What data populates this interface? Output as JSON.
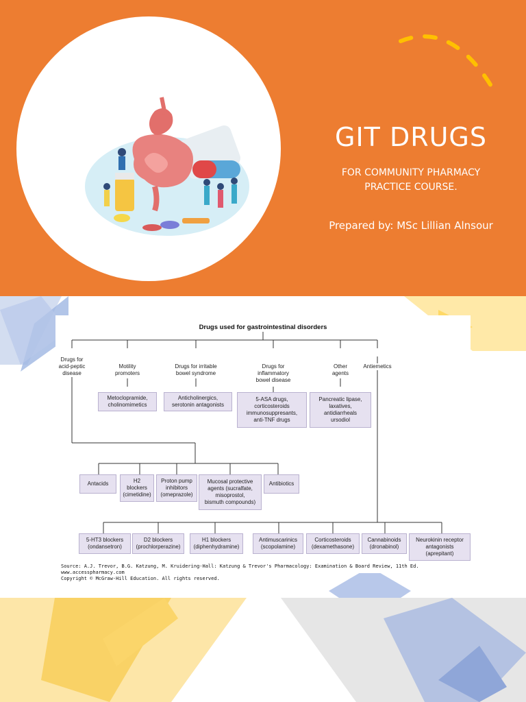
{
  "slide1": {
    "title": "GIT DRUGS",
    "subtitle_line1": "FOR COMMUNITY PHARMACY",
    "subtitle_line2": "PRACTICE COURSE.",
    "prepared_by": "Prepared by: MSc Lillian Alnsour",
    "background_color": "#ed7d31",
    "accent_dash_color": "#ffc000"
  },
  "diagram": {
    "title": "Drugs used for gastrointestinal disorders",
    "categories": {
      "acid_peptic": "Drugs for\nacid-peptic\ndisease",
      "motility": "Motility\npromoters",
      "ibs": "Drugs for irritable\nbowel syndrome",
      "ibd": "Drugs for\ninflammatory\nbowel disease",
      "other": "Other\nagents",
      "antiemetics": "Antiemetics"
    },
    "category_boxes": {
      "motility": "Metoclopramide,\ncholinomimetics",
      "ibs": "Anticholinergics,\nserotonin antagonists",
      "ibd": "5-ASA drugs,\ncorticosteroids\nimmunosuppresants,\nanti-TNF drugs",
      "other": "Pancreatic lipase,\nlaxatives,\nantidiarrheals\nursodiol"
    },
    "acid_peptic_items": [
      "Antacids",
      "H2\nblockers\n(cimetidine)",
      "Proton pump\ninhibitors\n(omeprazole)",
      "Mucosal protective\nagents (sucralfate,\nmisoprostol,\nbismuth compounds)",
      "Antibiotics"
    ],
    "antiemetic_items": [
      "5-HT3 blockers\n(ondansetron)",
      "D2 blockers\n(prochlorperazine)",
      "H1 blockers\n(diphenhydramine)",
      "Antimuscarinics\n(scopolamine)",
      "Corticosteroids\n(dexamethasone)",
      "Cannabinoids\n(dronabinol)",
      "Neurokinin receptor\nantagonists\n(aprepitant)"
    ],
    "source": "Source: A.J. Trevor, B.G. Katzung, M. Kruidering-Hall: Katzung & Trevor's Pharmacology: Examination & Board Review, 11th Ed.\nwww.accesspharmacy.com\nCopyright © McGraw-Hill Education.  All rights reserved."
  }
}
